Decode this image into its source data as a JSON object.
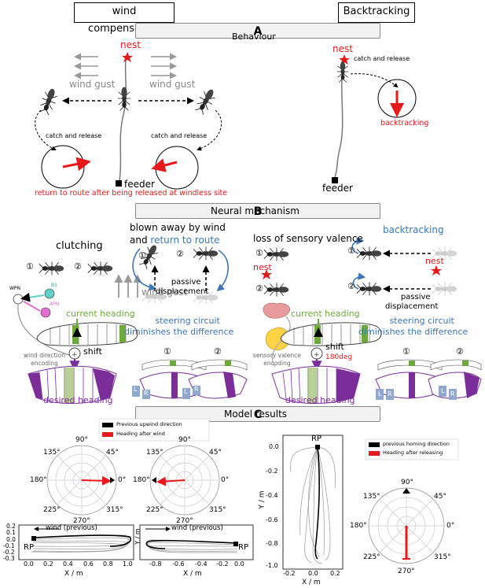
{
  "top": {
    "left_title": "wind compensation",
    "right_title": "Backtracking"
  },
  "sectionA": {
    "letter": "A",
    "title": "Behaviour",
    "nest": "nest",
    "nest2": "nest",
    "wind_gust_left": "wind gust",
    "wind_gust_right": "wind gust",
    "catch_release_left": "catch and release",
    "catch_release_right": "catch and release",
    "catch_release_back": "catch and release",
    "feeder": "feeder",
    "feeder2": "feeder",
    "return_text": "return  to route after being released at windless site",
    "backtracking": "backtracking"
  },
  "sectionB": {
    "letter": "B",
    "title": "Neural mechanism",
    "clutching": "clutching",
    "blown_line1": "blown away by wind",
    "blown_and": "and",
    "blown_return": "return to route",
    "loss": "loss of sensory valence",
    "backtracking": "backtracking",
    "nest_left": "nest",
    "nest_right": "nest",
    "n1": "①",
    "n2": "②",
    "b1": "B1",
    "wpn": "WPN",
    "apn": "APN",
    "wind_gust": "wind gust",
    "passive1": "passive",
    "displacement1": "displacement",
    "passive2": "passive",
    "displacement2": "displacement",
    "current_heading_left": "current heading",
    "current_heading_right": "current heading",
    "shift_left": "shift",
    "shift_right": "shift",
    "deg180": "180deg",
    "wind_encoding1": "wind direction",
    "wind_encoding2": "encoding",
    "sensory_encoding1": "sensory valence",
    "sensory_encoding2": "encoding",
    "steering_left1": "steering circuit",
    "steering_left2": "diminishes the difference",
    "steering_right1": "steering circuit",
    "steering_right2": "diminishes the difference",
    "desired_left": "desired heading",
    "desired_right": "desired heading",
    "L": "L",
    "R": "R"
  },
  "sectionC": {
    "letter": "C",
    "title": "Model results",
    "legend1_black": "Previous upwind direction",
    "legend1_red": "Heading after wind",
    "legend2_black": "previous homing direction",
    "legend2_red": "Heading after releasing",
    "polar_labels": [
      "90°",
      "45°",
      "0°",
      "315°",
      "270°",
      "225°",
      "180°",
      "135°"
    ],
    "wind_prev": "wind (previous)",
    "rp": "RP",
    "xlabel": "X / m",
    "ylabel": "Y / m",
    "traj1_x_ticks": [
      "0.0",
      "0.2",
      "0.4",
      "0.6",
      "0.8",
      "1.0"
    ],
    "traj1_y_ticks": [
      "0.2",
      "0.1",
      "0.0",
      "-0.1",
      "-0.2",
      "-0.3"
    ],
    "traj2_x_ticks": [
      "-0.8",
      "-0.6",
      "-0.4",
      "-0.2",
      "0.0"
    ],
    "traj3_x_ticks": [
      "-0.2",
      "0.0",
      "0.2"
    ],
    "traj3_y_ticks": [
      "0.0",
      "-0.2",
      "-0.4",
      "-0.6",
      "-0.8",
      "-1.0"
    ]
  },
  "colors": {
    "red": "#e8191b",
    "blue": "#3a76b9",
    "green": "#6cab3b",
    "purple": "#7b2d9a",
    "grey": "#8c8c8c",
    "cyan": "#5fd0c8",
    "pink": "#e46fd2"
  }
}
